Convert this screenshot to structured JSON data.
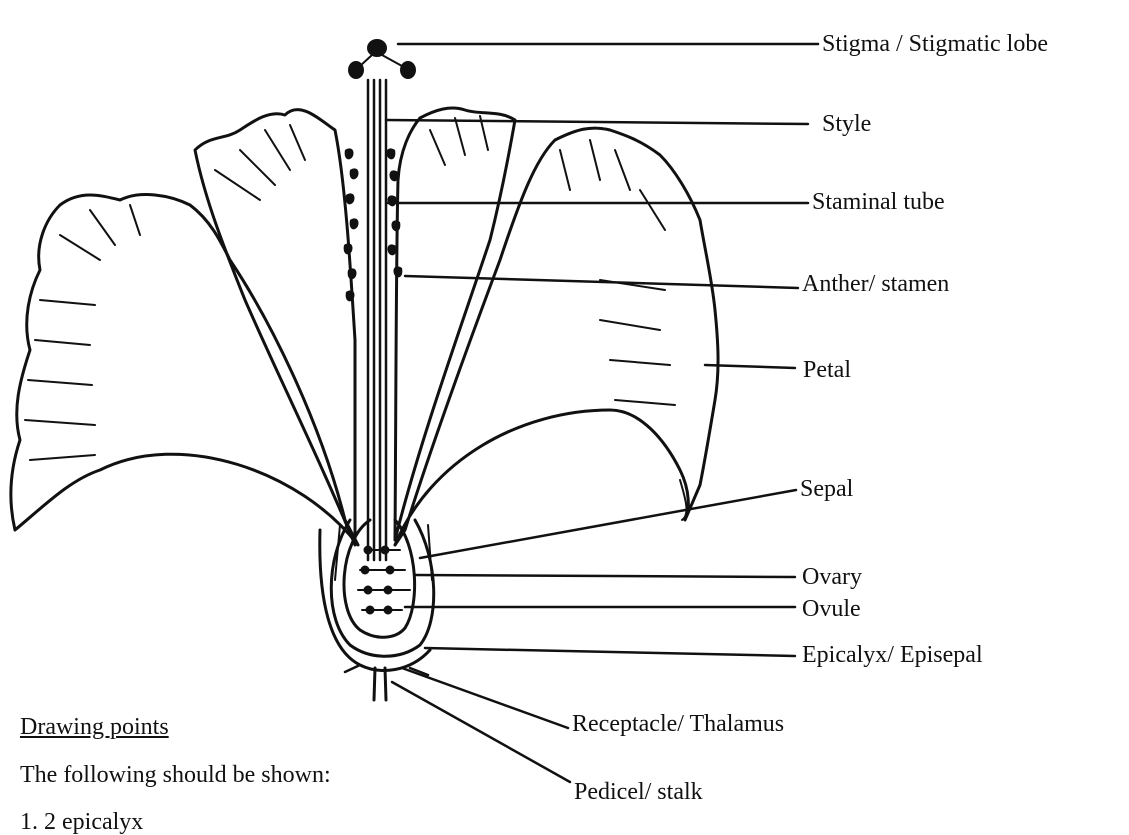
{
  "labels": {
    "stigma": "Stigma / Stigmatic lobe",
    "style": "Style",
    "staminal_tube": "Staminal tube",
    "anther": "Anther/ stamen",
    "petal": "Petal",
    "sepal": "Sepal",
    "ovary": "Ovary",
    "ovule": "Ovule",
    "epicalyx": "Epicalyx/ Episepal",
    "receptacle": "Receptacle/ Thalamus",
    "pedicel": "Pedicel/ stalk"
  },
  "notes": {
    "title": "Drawing points",
    "intro": "The following should be shown:",
    "item1": "1. 2 epicalyx"
  }
}
